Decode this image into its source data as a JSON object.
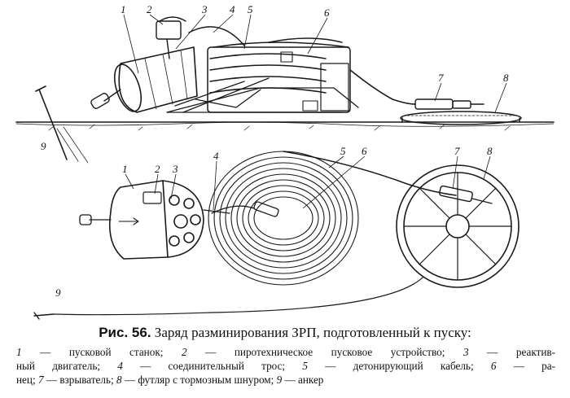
{
  "figure": {
    "labels_top": [
      "1",
      "2",
      "3",
      "4",
      "5",
      "6",
      "7",
      "8",
      "9"
    ],
    "labels_bottom": [
      "1",
      "2",
      "3",
      "4",
      "5",
      "6",
      "7",
      "8",
      "9"
    ]
  },
  "caption": {
    "fig_label": "Рис. 56.",
    "title": "Заряд разминирования ЗРП, подготовленный к пуску:",
    "legend_lines": [
      [
        "1",
        " — пусковой станок; ",
        "2",
        " — пиротехническое пусковое устройство; ",
        "3",
        " — реактив-"
      ],
      [
        "ный двигатель; ",
        "4",
        " — соединительный трос; ",
        "5",
        " — детонирующий кабель; ",
        "6",
        " — ра-"
      ],
      [
        "нец; ",
        "7",
        " — взрыватель; ",
        "8",
        " — футляр с тормозным шнуром; ",
        "9",
        " — анкер"
      ]
    ]
  }
}
